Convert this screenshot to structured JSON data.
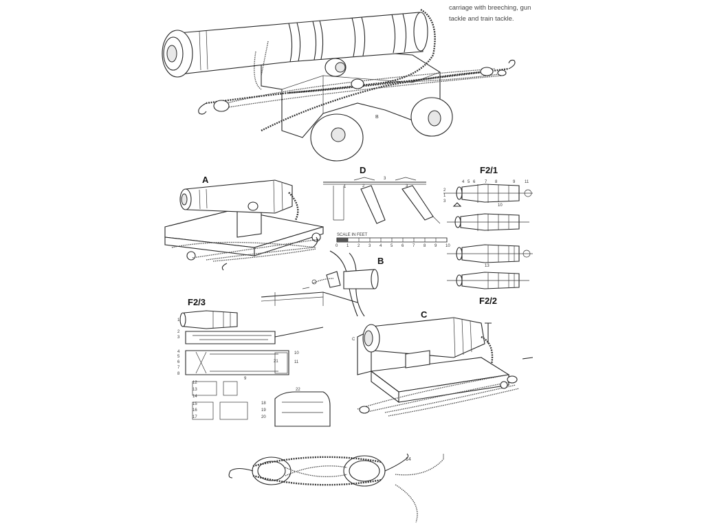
{
  "caption": {
    "line0": "",
    "line1": "carriage with breeching, gun",
    "line2": "tackle and train tackle."
  },
  "labels": {
    "main_b": "B",
    "a": "A",
    "d": "D",
    "f2_1": "F2/1",
    "f2_2": "F2/2",
    "f2_3": "F2/3",
    "b": "B",
    "c": "C",
    "n14": "14"
  },
  "scale": {
    "title": "SCALE IN FEET",
    "ticks": [
      "0",
      "1",
      "2",
      "3",
      "4",
      "5",
      "6",
      "7",
      "8",
      "9",
      "10"
    ]
  },
  "f23_numbers": [
    "1",
    "2",
    "3",
    "4",
    "5",
    "6",
    "7",
    "8",
    "9",
    "10",
    "11",
    "12",
    "13",
    "14",
    "15",
    "16",
    "17",
    "18",
    "19",
    "20",
    "21",
    "22"
  ],
  "f21_numbers": [
    "1",
    "2",
    "3",
    "4",
    "5",
    "6",
    "7",
    "8",
    "9",
    "10",
    "11"
  ]
}
